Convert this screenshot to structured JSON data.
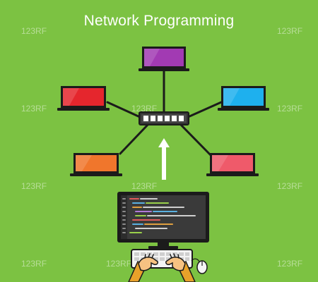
{
  "title": "Network Programming",
  "watermark": "123RF",
  "colors": {
    "background": "#7cc242",
    "outline": "#1b1b1b",
    "laptop_top": "#a23ab3",
    "laptop_left": "#e5262d",
    "laptop_right": "#1eb0ee",
    "laptop_bottom_left": "#f0762c",
    "laptop_bottom_right": "#ef5a6a",
    "arrow": "#ffffff",
    "skin": "#f6c282",
    "sleeve": "#e8a12a"
  },
  "nodes": [
    {
      "id": "laptop-top",
      "icon": "laptop-icon",
      "screen_color": "#a23ab3"
    },
    {
      "id": "laptop-left",
      "icon": "laptop-icon",
      "screen_color": "#e5262d"
    },
    {
      "id": "laptop-right",
      "icon": "laptop-icon",
      "screen_color": "#1eb0ee"
    },
    {
      "id": "laptop-bottom-left",
      "icon": "laptop-icon",
      "screen_color": "#f0762c"
    },
    {
      "id": "laptop-bottom-right",
      "icon": "laptop-icon",
      "screen_color": "#ef5a6a"
    },
    {
      "id": "network-switch",
      "icon": "network-switch-icon"
    },
    {
      "id": "developer-monitor",
      "icon": "monitor-code-icon"
    }
  ],
  "edges": [
    {
      "from": "network-switch",
      "to": "laptop-top"
    },
    {
      "from": "network-switch",
      "to": "laptop-left"
    },
    {
      "from": "network-switch",
      "to": "laptop-right"
    },
    {
      "from": "network-switch",
      "to": "laptop-bottom-left"
    },
    {
      "from": "network-switch",
      "to": "laptop-bottom-right"
    },
    {
      "from": "developer-monitor",
      "to": "network-switch",
      "style": "arrow"
    }
  ]
}
